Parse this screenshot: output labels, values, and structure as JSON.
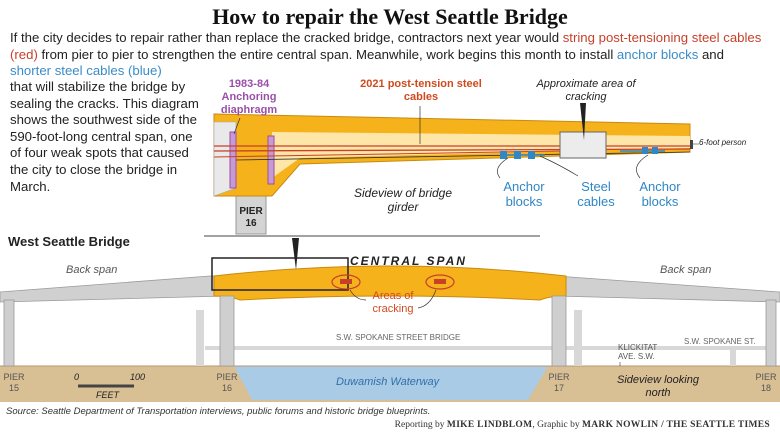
{
  "title": "How to repair the West Seattle Bridge",
  "intro": {
    "part1": "If the city decides to repair rather than replace the cracked bridge, contractors next year would ",
    "red_text": "string post-tensioning steel cables (red)",
    "part2": " from pier to pier to strengthen the entire central span. Meanwhile, work begins this month to install ",
    "blue_text1": "anchor blocks",
    "part3": " and ",
    "blue_text2": "shorter steel cables (blue)",
    "part4": "that will stabilize the bridge by sealing the cracks. This diagram shows the southwest side of the 590-foot-long central span, one of four weak spots that caused the city to close the bridge in March."
  },
  "girder_labels": {
    "anchoring": "1983-84 Anchoring diaphragm",
    "post_tension": "2021 post-tension steel cables",
    "cracking": "Approximate area of cracking",
    "person": "6-foot person",
    "sideview": "Sideview of bridge girder",
    "pier16": "PIER 16",
    "anchor_blocks_1": "Anchor blocks",
    "steel_cables": "Steel cables",
    "anchor_blocks_2": "Anchor blocks"
  },
  "bridge": {
    "section_title": "West Seattle Bridge",
    "back_span_left": "Back span",
    "back_span_right": "Back span",
    "central_span": "CENTRAL SPAN",
    "areas_of_cracking": "Areas of cracking",
    "spokane_bridge": "S.W. SPOKANE STREET BRIDGE",
    "spokane_st": "S.W. SPOKANE ST.",
    "klickitat": "KLICKITAT AVE. S.W.",
    "waterway": "Duwamish Waterway",
    "sideview": "Sideview looking north",
    "piers": [
      "PIER 15",
      "PIER 16",
      "PIER 17",
      "PIER 18"
    ],
    "scale_0": "0",
    "scale_100": "100",
    "scale_unit": "FEET"
  },
  "colors": {
    "girder": "#f5b21a",
    "girder_light": "#fde6a8",
    "red_cable": "#c8402a",
    "blue": "#3a8cc8",
    "purple": "#9b4fa8",
    "concrete": "#c8c8c8",
    "ground": "#d9bf94",
    "water": "#a9cbe6"
  },
  "source": "Source: Seattle Department of Transportation interviews, public forums and historic bridge blueprints.",
  "credit": {
    "prefix1": "Reporting by ",
    "reporter": "MIKE LINDBLOM",
    "prefix2": ", Graphic by ",
    "artist": "MARK NOWLIN",
    "suffix": " / THE SEATTLE TIMES"
  }
}
